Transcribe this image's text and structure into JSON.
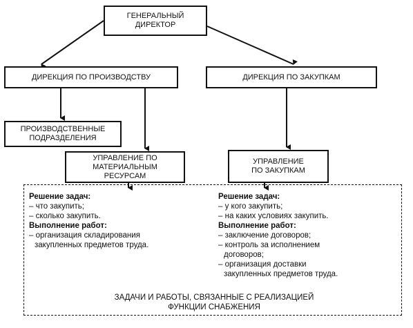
{
  "nodes": {
    "ceo": "ГЕНЕРАЛЬНЫЙ\nДИРЕКТОР",
    "production": "ДИРЕКЦИЯ ПО ПРОИЗВОДСТВУ",
    "procurement": "ДИРЕКЦИЯ ПО ЗАКУПКАМ",
    "production_units": "ПРОИЗВОДСТВЕННЫЕ\nПОДРАЗДЕЛЕНИЯ",
    "material_resources": "УПРАВЛЕНИЕ ПО\nМАТЕРИАЛЬНЫМ\nРЕСУРСАМ",
    "procurement_mgmt": "УПРАВЛЕНИЕ\nПО ЗАКУПКАМ"
  },
  "left": {
    "tasks_heading": "Решение задач:",
    "tasks": [
      "– что закупить;",
      "– сколько закупить."
    ],
    "works_heading": "Выполнение работ:",
    "works": [
      "– организация складирования",
      "закупленных предметов труда."
    ]
  },
  "right": {
    "tasks_heading": "Решение задач:",
    "tasks": [
      "– у кого закупить;",
      "– на каких условиях закупить."
    ],
    "works_heading": "Выполнение работ:",
    "works": [
      "– заключение договоров;",
      "– контроль за исполнением",
      "договоров;",
      "– организация доставки",
      "закупленных предметов труда."
    ]
  },
  "footer": "ЗАДАЧИ И РАБОТЫ, СВЯЗАННЫЕ С РЕАЛИЗАЦИЕЙ\nФУНКЦИИ СНАБЖЕНИЯ"
}
